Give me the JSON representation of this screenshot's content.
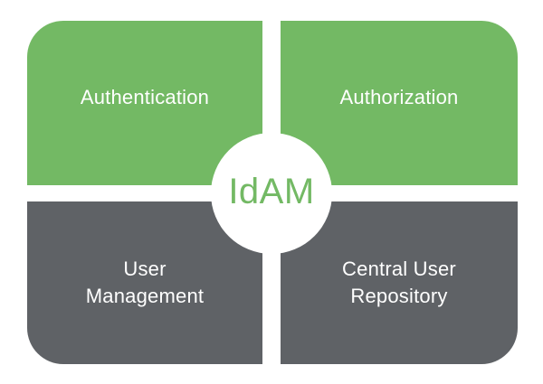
{
  "colors": {
    "green": "#73b964",
    "gray": "#5f6266",
    "center_text": "#73b964",
    "background": "#ffffff"
  },
  "quadrants": {
    "top_left": {
      "label": "Authentication"
    },
    "top_right": {
      "label": "Authorization"
    },
    "bottom_left": {
      "label": "User\nManagement"
    },
    "bottom_right": {
      "label": "Central User\nRepository"
    }
  },
  "center": {
    "label": "IdAM"
  }
}
